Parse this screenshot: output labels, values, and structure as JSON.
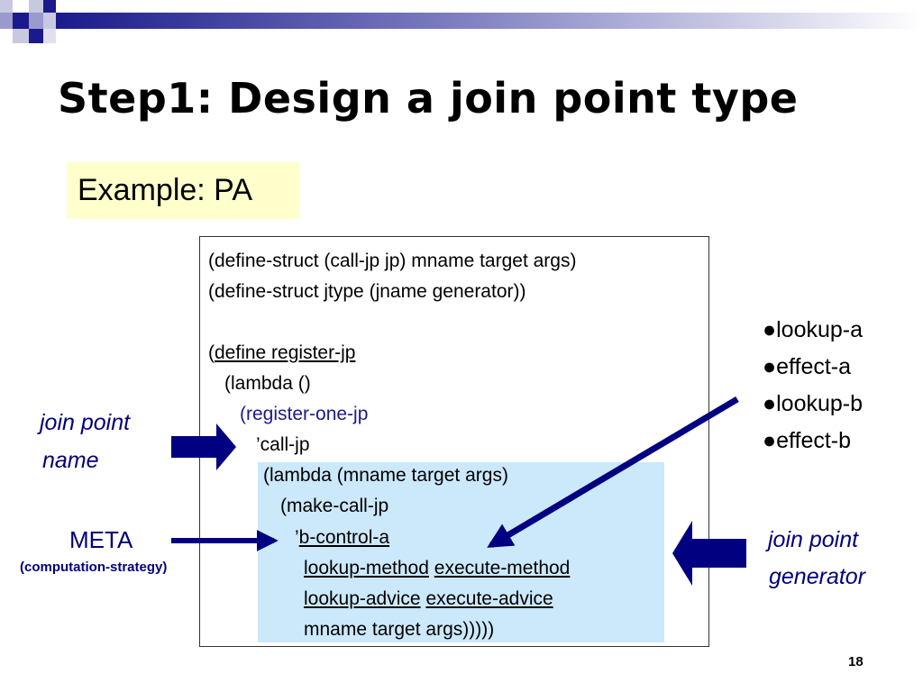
{
  "slide": {
    "title": "Step1: Design a join point type",
    "example_label": "Example: PA",
    "code": {
      "line1": "(define-struct (call-jp jp) mname target args)",
      "line2": "(define-struct jtype (jname generator))",
      "line3_open": "(",
      "line3_text": "define register-jp",
      "line4": "(lambda ()",
      "line5_open": "(",
      "line5_text": "register-one-jp",
      "line6": "’call-jp",
      "line7": "(lambda (mname target args)",
      "line8": "(make-call-jp",
      "line9_quote": "’",
      "line9_text": "b-control-a",
      "line10_a": "lookup-method",
      "line10_b": "execute-method",
      "line11_a": "lookup-advice",
      "line11_b": "execute-advice",
      "line12": "mname target args)))))"
    },
    "bullets": [
      "lookup-a",
      "effect-a",
      "lookup-b",
      "effect-b"
    ],
    "bullet_glyph": "●",
    "join_point_name": [
      "join point",
      "name"
    ],
    "meta_label": "META",
    "meta_sub": "(computation-strategy)",
    "join_point_generator": [
      "join point",
      "generator"
    ],
    "page_number": "18"
  },
  "colors": {
    "arrow": "#000080",
    "highlight": "#cce8fb",
    "example_bg": "#ffffcc",
    "annotation": "#00007a"
  }
}
